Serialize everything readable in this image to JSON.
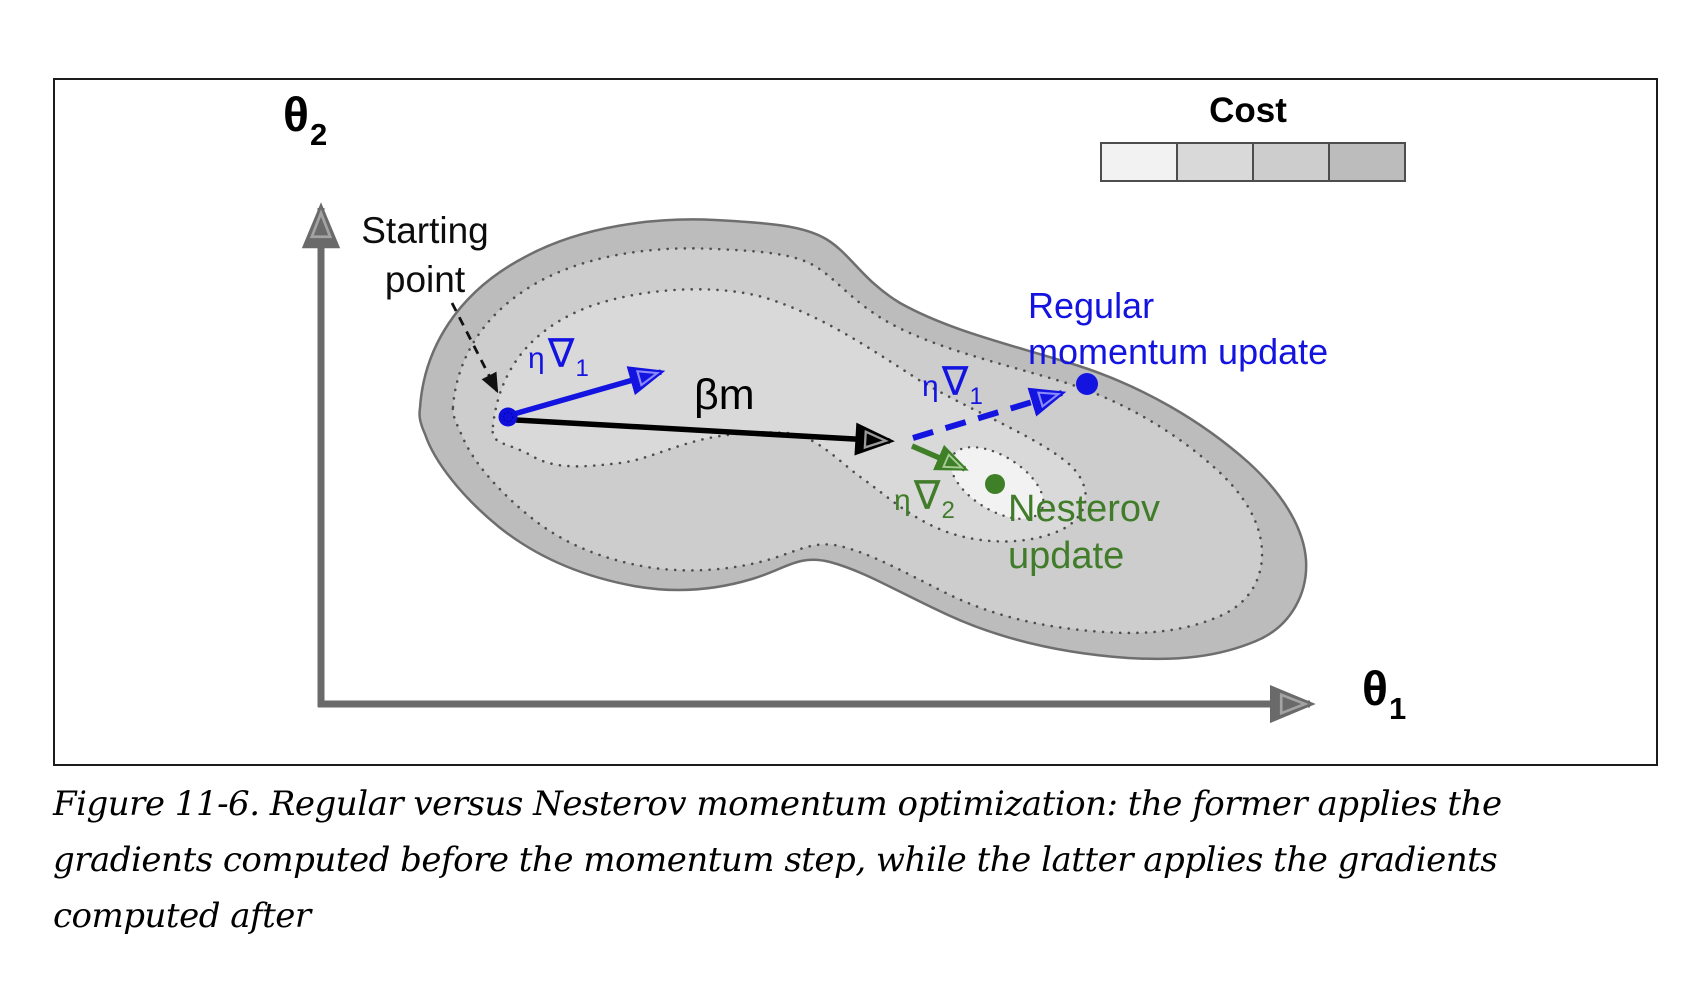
{
  "figure": {
    "axes": {
      "y_label": {
        "base": "θ",
        "sub": "2"
      },
      "x_label": {
        "base": "θ",
        "sub": "1"
      }
    },
    "legend": {
      "title": "Cost",
      "swatches": [
        {
          "name": "cost-lowest",
          "color": "#f2f2f2"
        },
        {
          "name": "cost-low",
          "color": "#d9d9d9"
        },
        {
          "name": "cost-mid",
          "color": "#cdcdcd"
        },
        {
          "name": "cost-high",
          "color": "#bcbcbc"
        }
      ]
    },
    "annotations": {
      "starting_point": {
        "line1": "Starting",
        "line2": "point"
      },
      "beta_m": "βm",
      "grad1": {
        "eta": "η",
        "nabla": "∇",
        "sub": "1"
      },
      "grad2": {
        "eta": "η",
        "nabla": "∇",
        "sub": "2"
      },
      "regular_update": {
        "line1": "Regular",
        "line2": "momentum update"
      },
      "nesterov_update": {
        "line1": "Nesterov",
        "line2": "update"
      }
    },
    "colors": {
      "blue": "#1414e0",
      "green": "#417c2b",
      "axis_gray": "#6a6a6a",
      "blob_outline": "#6e6e6e",
      "contour_dots": "#4e4e4e",
      "band_outer": "#bcbcbc",
      "band_mid": "#cdcdcd",
      "band_inner": "#d9d9d9",
      "band_core": "#f2f2f2"
    }
  },
  "caption": {
    "lines": [
      "Figure 11-6. Regular versus Nesterov momentum optimization: the former applies the",
      "gradients computed before the momentum step, while the latter applies the gradients",
      "computed after"
    ]
  }
}
